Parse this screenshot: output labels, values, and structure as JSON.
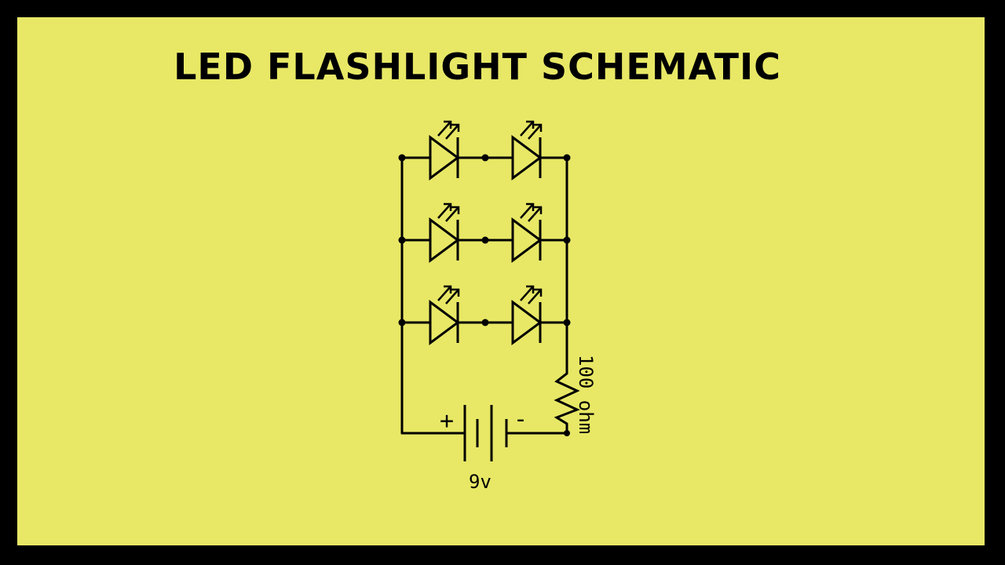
{
  "title": "LED FLASHLIGHT SCHEMATIC",
  "colors": {
    "background": "#e8e866",
    "border": "#000000",
    "ink": "#000000"
  },
  "schematic": {
    "led_rows": 3,
    "leds_per_row": 2,
    "resistor_label": "100 ohm",
    "battery_label": "9v",
    "battery_plus": "+",
    "battery_minus": "-"
  }
}
